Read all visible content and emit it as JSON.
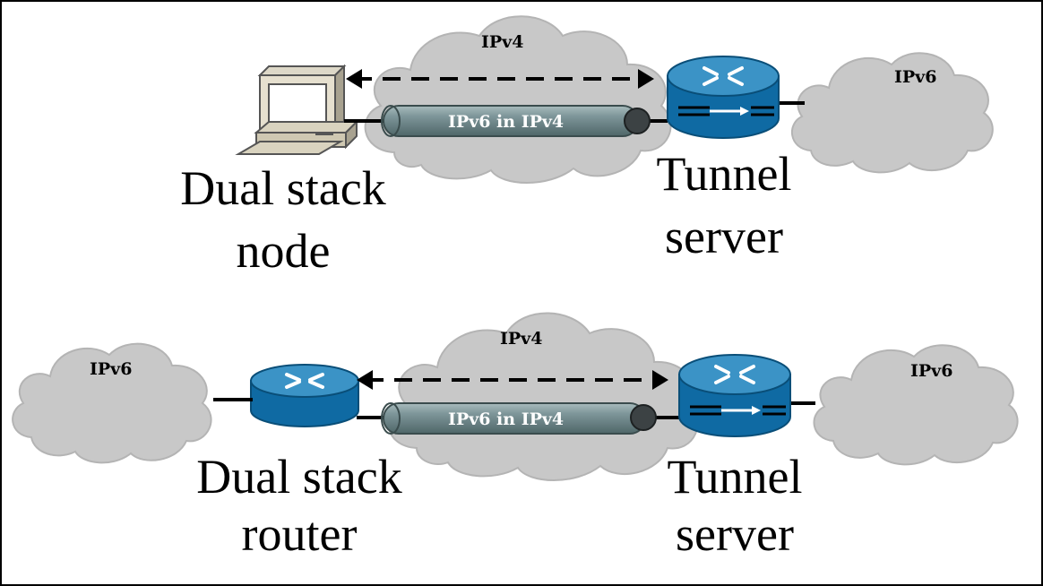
{
  "scenarios": [
    {
      "ipv4_cloud": "IPv4",
      "remote_ipv6_cloud": "IPv6",
      "tunnel_label": "IPv6 in IPv4",
      "endpoint_caption": [
        "Dual stack",
        "node"
      ],
      "server_caption": [
        "Tunnel",
        "server"
      ]
    },
    {
      "ipv4_cloud": "IPv4",
      "local_ipv6_cloud": "IPv6",
      "remote_ipv6_cloud": "IPv6",
      "tunnel_label": "IPv6 in IPv4",
      "endpoint_caption": [
        "Dual stack",
        "router"
      ],
      "server_caption": [
        "Tunnel",
        "server"
      ]
    }
  ],
  "colors": {
    "cloud": "#c8c8c8",
    "router_top": "#3b93c6",
    "router_body": "#0f6aa3",
    "tunnel": "#6f8a8e"
  }
}
